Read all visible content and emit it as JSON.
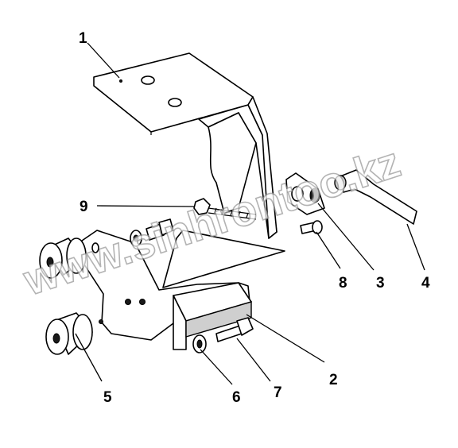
{
  "callouts": {
    "c1": "1",
    "c2": "2",
    "c3": "3",
    "c4": "4",
    "c5": "5",
    "c6": "6",
    "c7": "7",
    "c8": "8",
    "c9": "9"
  },
  "watermark": "www.sinhrontoo.kz"
}
